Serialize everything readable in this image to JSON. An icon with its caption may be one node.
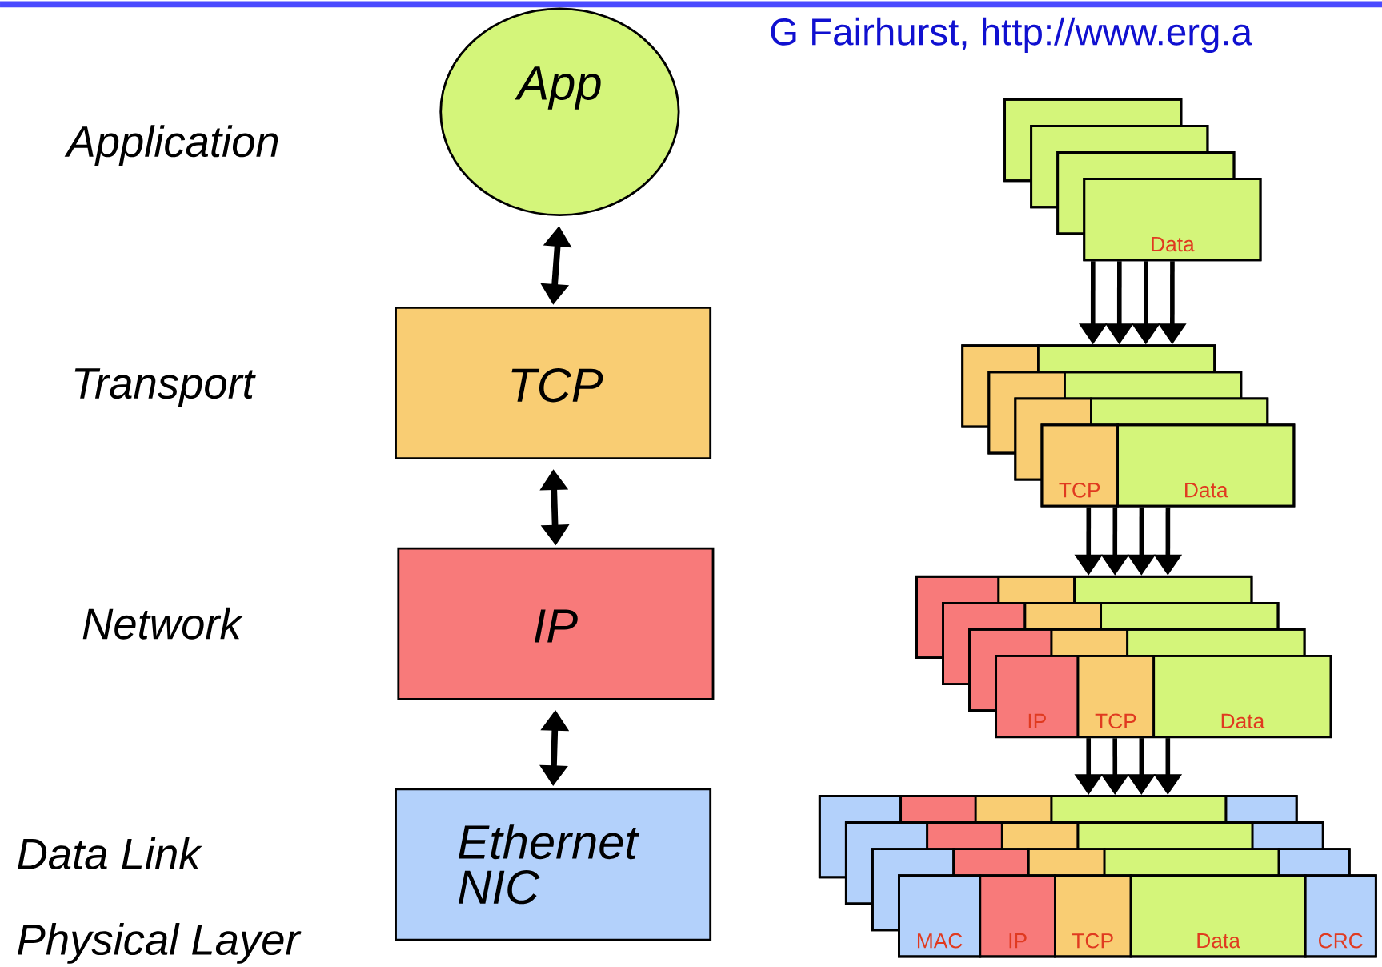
{
  "diagram": {
    "title": "G Fairhurst, http://www.erg.a",
    "nodes": [
      {
        "text": [
          "App"
        ]
      },
      {
        "text": [
          "TCP"
        ]
      },
      {
        "text": [
          "IP"
        ]
      },
      {
        "text": [
          "Ethernet NIC"
        ]
      },
      {
        "text": [],
        "shape": "box"
      },
      {
        "text": [],
        "shape": "box"
      },
      {
        "text": [],
        "shape": "box"
      },
      {
        "text": [
          "Data"
        ]
      },
      {
        "text": [],
        "shape": "box"
      },
      {
        "text": [],
        "shape": "box"
      },
      {
        "text": [],
        "shape": "box"
      },
      {
        "text": [
          "TCP",
          "Data"
        ]
      },
      {
        "text": [],
        "shape": "box"
      },
      {
        "text": [],
        "shape": "box"
      },
      {
        "text": [],
        "shape": "box"
      },
      {
        "text": [
          "IP",
          "TCP",
          "Data"
        ]
      },
      {
        "text": [],
        "shape": "box"
      },
      {
        "text": [],
        "shape": "box"
      },
      {
        "text": [],
        "shape": "box"
      },
      {
        "text": [
          "MAC",
          "IP",
          "TCP",
          "Data",
          "CRC"
        ]
      }
    ],
    "edges": [
      {
        "from": 0,
        "to": 1,
        "arrow": "both"
      },
      {
        "from": 1,
        "to": 2,
        "arrow": "both"
      },
      {
        "from": 2,
        "to": 3,
        "arrow": "both"
      },
      {
        "from": 7,
        "to": 8,
        "arrow": "to"
      },
      {
        "from": 7,
        "to": 8,
        "arrow": "to"
      },
      {
        "from": 7,
        "to": 8,
        "arrow": "to"
      },
      {
        "from": 7,
        "to": 8,
        "arrow": "to"
      },
      {
        "from": 11,
        "to": 12,
        "arrow": "to"
      },
      {
        "from": 11,
        "to": 12,
        "arrow": "to"
      },
      {
        "from": 11,
        "to": 12,
        "arrow": "to"
      },
      {
        "from": 11,
        "to": 12,
        "arrow": "to"
      },
      {
        "from": 15,
        "to": 16,
        "arrow": "to"
      },
      {
        "from": 15,
        "to": 16,
        "arrow": "to"
      },
      {
        "from": 15,
        "to": 16,
        "arrow": "to"
      },
      {
        "from": 15,
        "to": 16,
        "arrow": "to"
      }
    ],
    "labels": [
      "Application",
      "Transport",
      "Network",
      "Data Link",
      "Physical Layer"
    ]
  }
}
